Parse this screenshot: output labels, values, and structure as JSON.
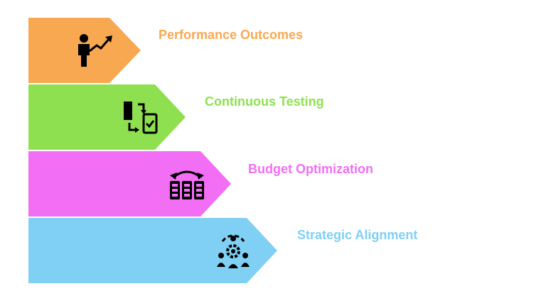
{
  "steps": [
    {
      "label": "Performance Outcomes",
      "color": "#f9a852",
      "icon": "presenter-growth-icon"
    },
    {
      "label": "Continuous Testing",
      "color": "#8ee050",
      "icon": "ab-test-swap-icon"
    },
    {
      "label": "Budget Optimization",
      "color": "#f26ef4",
      "icon": "budget-allocation-icon"
    },
    {
      "label": "Strategic Alignment",
      "color": "#7fd0f4",
      "icon": "team-alignment-gear-icon"
    }
  ]
}
